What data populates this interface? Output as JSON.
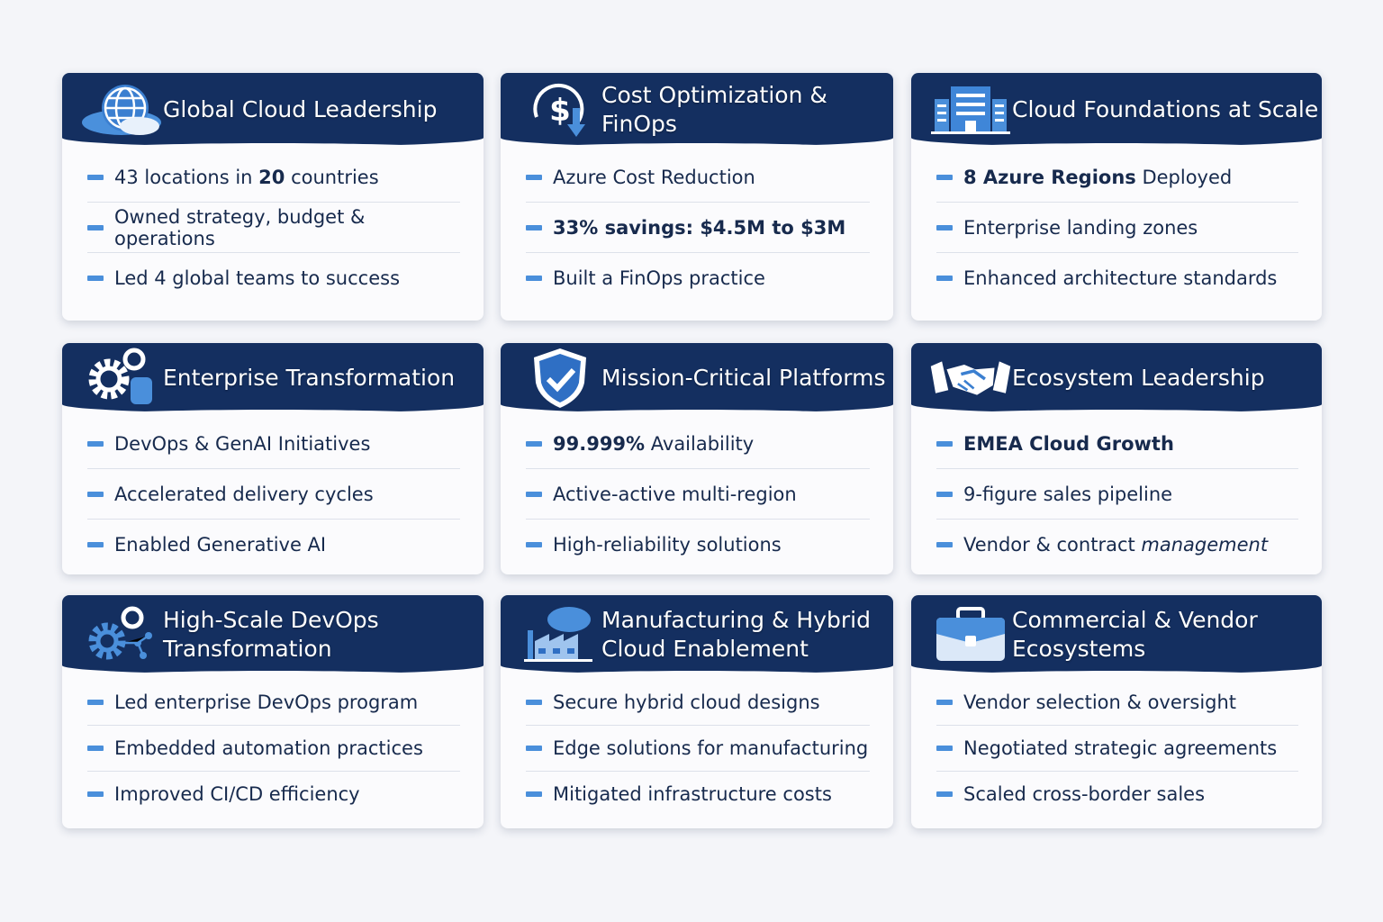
{
  "colors": {
    "header": "#142f60",
    "bullet": "#4a8fdb",
    "text": "#172a4d",
    "accent": "#3b82d6"
  },
  "cards": [
    {
      "icon": "globe-cloud-icon",
      "title": "Global Cloud Leadership",
      "items": [
        {
          "pre": "43 locations in ",
          "bold": "20",
          "post": " countries"
        },
        {
          "pre": "Owned strategy, budget & operations"
        },
        {
          "pre": "Led 4 global teams to success"
        }
      ]
    },
    {
      "icon": "dollar-cycle-icon",
      "title": "Cost Optimization & FinOps",
      "items": [
        {
          "pre": "Azure Cost Reduction"
        },
        {
          "bold": "33% savings: $4.5M to $3M"
        },
        {
          "pre": "Built a FinOps practice"
        }
      ]
    },
    {
      "icon": "buildings-icon",
      "title": "Cloud Foundations at Scale",
      "items": [
        {
          "bold": "8 Azure Regions",
          "post": " Deployed"
        },
        {
          "pre": "Enterprise landing zones"
        },
        {
          "pre": "Enhanced architecture standards"
        }
      ]
    },
    {
      "icon": "gears-icon",
      "title": "Enterprise Transformation",
      "items": [
        {
          "pre": "DevOps & GenAI Initiatives"
        },
        {
          "pre": "Accelerated delivery cycles"
        },
        {
          "pre": "Enabled Generative AI"
        }
      ]
    },
    {
      "icon": "shield-check-icon",
      "title": "Mission-Critical Platforms",
      "items": [
        {
          "bold": "99.999%",
          "post": " Availability"
        },
        {
          "pre": "Active-active multi-region"
        },
        {
          "pre": "High-reliability solutions"
        }
      ]
    },
    {
      "icon": "handshake-icon",
      "title": "Ecosystem Leadership",
      "items": [
        {
          "bold": "EMEA Cloud Growth"
        },
        {
          "pre": "9-figure sales pipeline"
        },
        {
          "pre": "Vendor & contract ",
          "ital": "management"
        }
      ]
    },
    {
      "icon": "gears-network-icon",
      "title": "High-Scale DevOps Transformation",
      "items": [
        {
          "pre": "Led enterprise DevOps program"
        },
        {
          "pre": "Embedded automation practices"
        },
        {
          "pre": "Improved CI/CD efficiency"
        }
      ]
    },
    {
      "icon": "factory-cloud-icon",
      "title": "Manufacturing & Hybrid Cloud Enablement",
      "items": [
        {
          "pre": "Secure hybrid cloud designs"
        },
        {
          "pre": "Edge solutions for manufacturing"
        },
        {
          "pre": "Mitigated infrastructure costs"
        }
      ]
    },
    {
      "icon": "briefcase-icon",
      "title": "Commercial & Vendor Ecosystems",
      "items": [
        {
          "pre": "Vendor selection & oversight"
        },
        {
          "pre": "Negotiated strategic agreements"
        },
        {
          "pre": "Scaled cross-border sales"
        }
      ]
    }
  ]
}
